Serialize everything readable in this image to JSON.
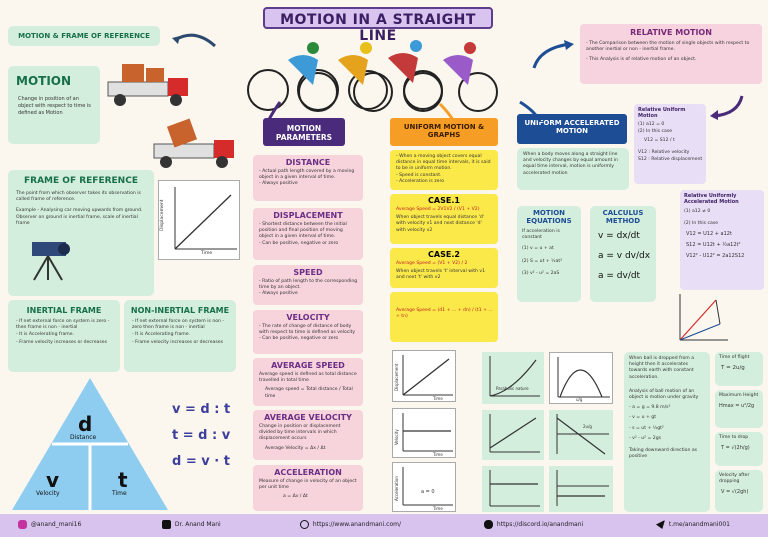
{
  "title": "MOTION IN A STRAIGHT LINE",
  "left": {
    "motion_frame_header": "MOTION & FRAME OF REFERENCE",
    "motion_title": "MOTION",
    "motion_text": "Change in position of an object with respect to time is defined as Motion",
    "frame_title": "FRAME OF REFERENCE",
    "frame_text": "The point from which observer takes its observation is called frame of reference.",
    "frame_example": "Example - Analysing car moving upwards from ground. Observer on ground is inertial frame, scale of inertial frame",
    "graph_ylabel": "Displacement",
    "graph_xlabel": "Time",
    "inertial_title": "INERTIAL FRAME",
    "inertial_lines": [
      "- If net external force on system is zero - then frame is non - inertial",
      "- It is Accelerating frame.",
      "- Frame velocity increases or decreases"
    ],
    "noninertial_title": "NON-INERTIAL FRAME",
    "noninertial_lines": [
      "- If net external force on system is non - zero then frame is non - inertial",
      "- It is Accelerating frame.",
      "- Frame velocity increases or decreases"
    ],
    "triangle_top": "d",
    "triangle_top_label": "Distance",
    "triangle_left": "v",
    "triangle_left_label": "Velocity",
    "triangle_right": "t",
    "triangle_right_label": "Time",
    "formula_vdt": "v = d : t",
    "formula_tdv": "t = d : v",
    "formula_dvt": "d = v · t"
  },
  "params": {
    "header": "MOTION PARAMETERS",
    "items": [
      {
        "title": "DISTANCE",
        "text": "- Actual path length covered by a moving object in a given interval of time.\n- Always positive"
      },
      {
        "title": "DISPLACEMENT",
        "text": "- Shortest distance between the initial position and final position of moving object in a given interval of time.\n- Can be positive, negative or zero"
      },
      {
        "title": "SPEED",
        "text": "- Ratio of path length to the corresponding time by an object.\n- Always positive"
      },
      {
        "title": "VELOCITY",
        "text": "- The rate of change of distance of body with respect to time is defined as velocity\n- Can be positive, negative or zero"
      },
      {
        "title": "AVERAGE SPEED",
        "text": "Average speed is defined as total distance travelled in total time",
        "formula": "Average speed = Total distance / Total time"
      },
      {
        "title": "AVERAGE VELOCITY",
        "text": "Change in position or displacement divided by time intervals in which displacement occurs",
        "formula": "Average Velocity = Δx / Δt"
      },
      {
        "title": "ACCELERATION",
        "text": "Measure of change in velocity of an object per unit time",
        "formula": "a = Δv / Δt"
      }
    ]
  },
  "uniform": {
    "header": "UNIFORM MOTION & GRAPHS",
    "intro": "- When a moving object covers equal distance in equal time intervals, it is said to be in uniform motion.\n- Speed is constant.\n- Acceleration is zero",
    "case1_title": "CASE.1",
    "case1_formula": "Average Speed = 2V1V2 / (V1 + V2)",
    "case1_text": "When object travels equal distance 'd' with velocity v1 and next distance 'd' with velocity v2",
    "case2_title": "CASE.2",
    "case2_formula": "Average Speed = (V1 + V2) / 2",
    "case2_text": "When object travels 't' interval with v1 and next 't' with v2",
    "case3_formula": "Average Speed = (d1 + ... + dn) / (t1 + ... + tn)",
    "graph1_ylabel": "Displacement",
    "graph1_xlabel": "Time",
    "graph2_ylabel": "Velocity",
    "graph2_xlabel": "Time",
    "graph3_ylabel": "Acceleration",
    "graph3_xlabel": "Time",
    "graph3_text": "a = 0"
  },
  "accel": {
    "header": "UNIFORM ACCELERATED MOTION",
    "intro": "When a body moves along a straight line and velocity changes by equal amount in equal time interval, motion is uniformly accelerated motion",
    "eq_title": "MOTION EQUATIONS",
    "eq_lines": [
      "If acceleration is constant",
      "(1) v = u + at",
      "(2) S = ut + ½at²",
      "(3) v² - u² = 2aS"
    ],
    "calc_title": "CALCULUS METHOD",
    "calc_lines": [
      "v = dx/dt",
      "a = v dv/dx",
      "a = dv/dt"
    ],
    "graph_parabolic": "Parabolic nature",
    "graph_ulabel": "u/g",
    "graph_2ulabel": "2u/g",
    "free_fall": "When ball is dropped from a height then it accelerates towards earth with constant acceleration.",
    "free_fall2": "Analysis of ball motion of an object is motion under gravity",
    "free_fall_lines": [
      "- a = g = 9.8 m/s²",
      "- v = u + gt",
      "- s = ut + ½gt²",
      "- v² - u² = 2gs"
    ],
    "free_fall_note": "Taking downward direction as positive",
    "time_flight_title": "Time of flight",
    "time_flight": "T = 2u/g",
    "max_height_title": "Maximum Height",
    "max_height": "Hmax = u²/2g",
    "time_drop_title": "Time to drop",
    "time_drop": "T = √(2h/g)",
    "vel_ground_title": "Velocity after dropping",
    "vel_ground": "V = √(2gh)"
  },
  "relative": {
    "title": "RELATIVE MOTION",
    "line1": "- The Comparison between the motion of single objects with respect to another inertial or non - inertial frame.",
    "line2": "- This Analysis is of relative motion of an object.",
    "uniform_title": "Relative Uniform Motion",
    "uniform_lines": [
      "(1) a12 = 0",
      "(2) In this case",
      "V12 = S12 / t",
      "V12 : Relative velocity",
      "S12 : Relative displacement"
    ],
    "accel_title": "Relative Uniformly Accelerated Motion",
    "accel_lines": [
      "(1) a12 ≠ 0",
      "(2) In this case",
      "V12 = U12 + a12t",
      "S12 = U12t + ½a12t²",
      "V12² - U12² = 2a12S12"
    ]
  },
  "footer": {
    "instagram": "@anand_mani16",
    "youtube": "Dr. Anand Mani",
    "website": "https://www.anandmani.com/",
    "discord": "https://discord.io/anandmani",
    "telegram": "t.me/anandmani001"
  },
  "colors": {
    "purple": "#4a2a7a",
    "orange": "#f59d25",
    "blue": "#1d4d95",
    "green": "#d4eedd",
    "pink": "#f7d3dc",
    "yellow": "#fbe94a"
  }
}
